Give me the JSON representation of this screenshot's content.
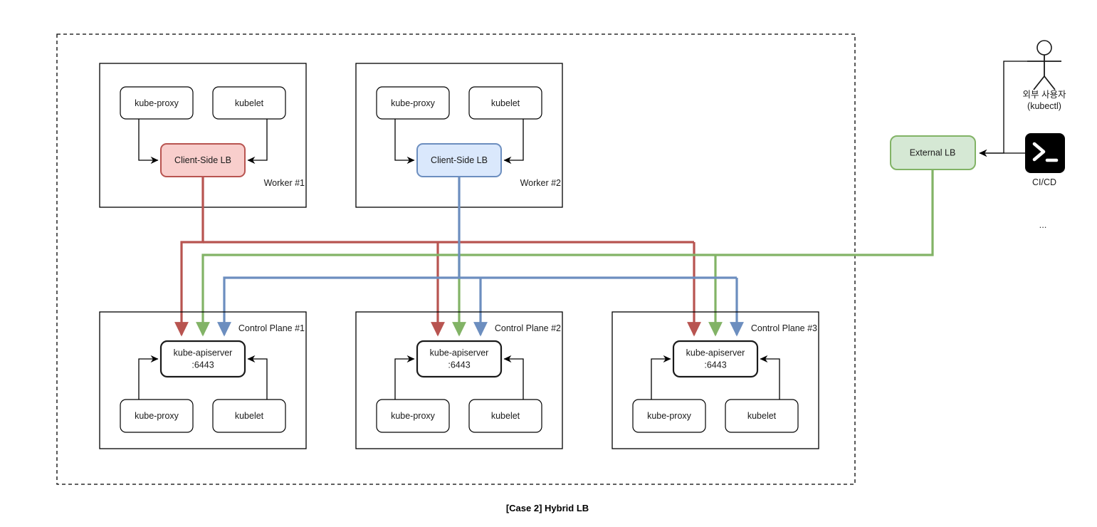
{
  "diagram": {
    "caption": "[Case 2] Hybrid LB",
    "colors": {
      "red_fill": "#f8cecc",
      "red_stroke": "#b85450",
      "blue_fill": "#dae8fc",
      "blue_stroke": "#6c8ebf",
      "green_fill": "#d5e8d4",
      "green_stroke": "#82b366",
      "flow_red": "#b85450",
      "flow_green": "#82b366",
      "flow_blue": "#6c8ebf",
      "terminal_bg": "#000000",
      "text": "#1a1a1a"
    },
    "workers": [
      {
        "group_label": "Worker #1",
        "kube_proxy": "kube-proxy",
        "kubelet": "kubelet",
        "lb": "Client-Side LB",
        "lb_color": "red"
      },
      {
        "group_label": "Worker #2",
        "kube_proxy": "kube-proxy",
        "kubelet": "kubelet",
        "lb": "Client-Side LB",
        "lb_color": "blue"
      }
    ],
    "control_planes": [
      {
        "group_label": "Control Plane #1",
        "apiserver_line1": "kube-apiserver",
        "apiserver_line2": ":6443",
        "kube_proxy": "kube-proxy",
        "kubelet": "kubelet"
      },
      {
        "group_label": "Control Plane #2",
        "apiserver_line1": "kube-apiserver",
        "apiserver_line2": ":6443",
        "kube_proxy": "kube-proxy",
        "kubelet": "kubelet"
      },
      {
        "group_label": "Control Plane #3",
        "apiserver_line1": "kube-apiserver",
        "apiserver_line2": ":6443",
        "kube_proxy": "kube-proxy",
        "kubelet": "kubelet"
      }
    ],
    "external_lb": {
      "label": "External LB"
    },
    "actors": {
      "user_line1": "외부 사용자",
      "user_line2": "(kubectl)",
      "cicd_label": "CI/CD",
      "cicd_icon": "terminal-icon",
      "user_icon": "stick-figure-icon",
      "ellipsis": "..."
    }
  }
}
